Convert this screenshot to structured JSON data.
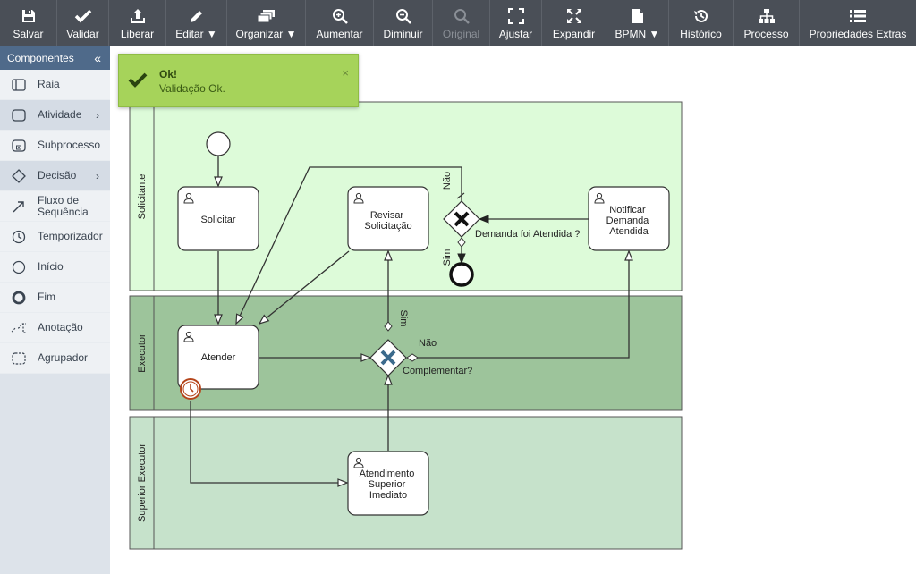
{
  "toolbar": {
    "buttons": [
      {
        "label": "Salvar",
        "icon": "save-icon"
      },
      {
        "label": "Validar",
        "icon": "check-icon"
      },
      {
        "label": "Liberar",
        "icon": "upload-icon"
      },
      {
        "label": "Editar ▼",
        "icon": "pencil-icon"
      },
      {
        "label": "Organizar ▼",
        "icon": "layers-icon"
      },
      {
        "label": "Aumentar",
        "icon": "zoom-in-icon"
      },
      {
        "label": "Diminuir",
        "icon": "zoom-out-icon"
      },
      {
        "label": "Original",
        "icon": "zoom-reset-icon"
      },
      {
        "label": "Ajustar",
        "icon": "fit-icon"
      },
      {
        "label": "Expandir",
        "icon": "expand-icon"
      },
      {
        "label": "BPMN ▼",
        "icon": "document-icon"
      },
      {
        "label": "Histórico",
        "icon": "history-icon"
      },
      {
        "label": "Processo",
        "icon": "hierarchy-icon"
      },
      {
        "label": "Propriedades Extras",
        "icon": "list-icon"
      }
    ]
  },
  "sidebar": {
    "title": "Componentes",
    "collapse": "«",
    "items": [
      {
        "label": "Raia",
        "icon": "lane-icon"
      },
      {
        "label": "Atividade",
        "icon": "activity-icon",
        "arrow": "›"
      },
      {
        "label": "Subprocesso",
        "icon": "subprocess-icon"
      },
      {
        "label": "Decisão",
        "icon": "decision-icon",
        "arrow": "›"
      },
      {
        "label": "Fluxo de Sequência",
        "icon": "sequence-flow-icon"
      },
      {
        "label": "Temporizador",
        "icon": "timer-icon"
      },
      {
        "label": "Início",
        "icon": "start-icon"
      },
      {
        "label": "Fim",
        "icon": "end-icon"
      },
      {
        "label": "Anotação",
        "icon": "annotation-icon"
      },
      {
        "label": "Agrupador",
        "icon": "group-icon"
      }
    ]
  },
  "toast": {
    "title": "Ok!",
    "message": "Validação Ok.",
    "close": "×"
  },
  "diagram": {
    "lanes": [
      "Solicitante",
      "Executor",
      "Superior Executor"
    ],
    "tasks": {
      "solicitar": "Solicitar",
      "revisar": [
        "Revisar",
        "Solicitação"
      ],
      "notificar": [
        "Notificar",
        "Demanda",
        "Atendida"
      ],
      "atender": "Atender",
      "atendimento": [
        "Atendimento",
        "Superior",
        "Imediato"
      ]
    },
    "gateways": {
      "g1": "Demanda foi Atendida ?",
      "g2": "Complementar?"
    },
    "flows": {
      "nao1": "Não",
      "sim1": "Sim",
      "sim2": "Sim",
      "nao2": "Não"
    },
    "colors": {
      "lane1": "#ddfbd9",
      "lane2": "#9dc49b",
      "lane3": "#c6e2cb",
      "toast": "#a6d35a",
      "toolbar": "#4a4f57",
      "sidebar_head": "#4f6a8a",
      "timer": "#b5451b",
      "gateway_x": "#3b6a8c"
    }
  }
}
